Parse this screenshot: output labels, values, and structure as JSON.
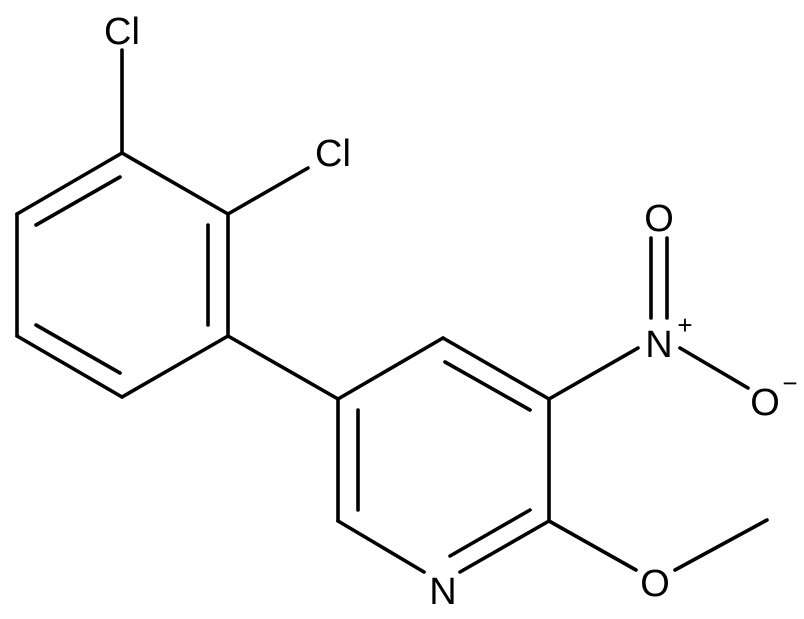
{
  "molecule": {
    "atoms": {
      "cl_top": "Cl",
      "cl_mid": "Cl",
      "o_top": "O",
      "n_nitro": "N",
      "n_nitro_charge": "+",
      "o_right": "O",
      "o_right_charge": "−",
      "n_ring": "N",
      "o_methoxy": "O"
    },
    "colors": {
      "bond": "#000000",
      "background": "#ffffff"
    }
  }
}
